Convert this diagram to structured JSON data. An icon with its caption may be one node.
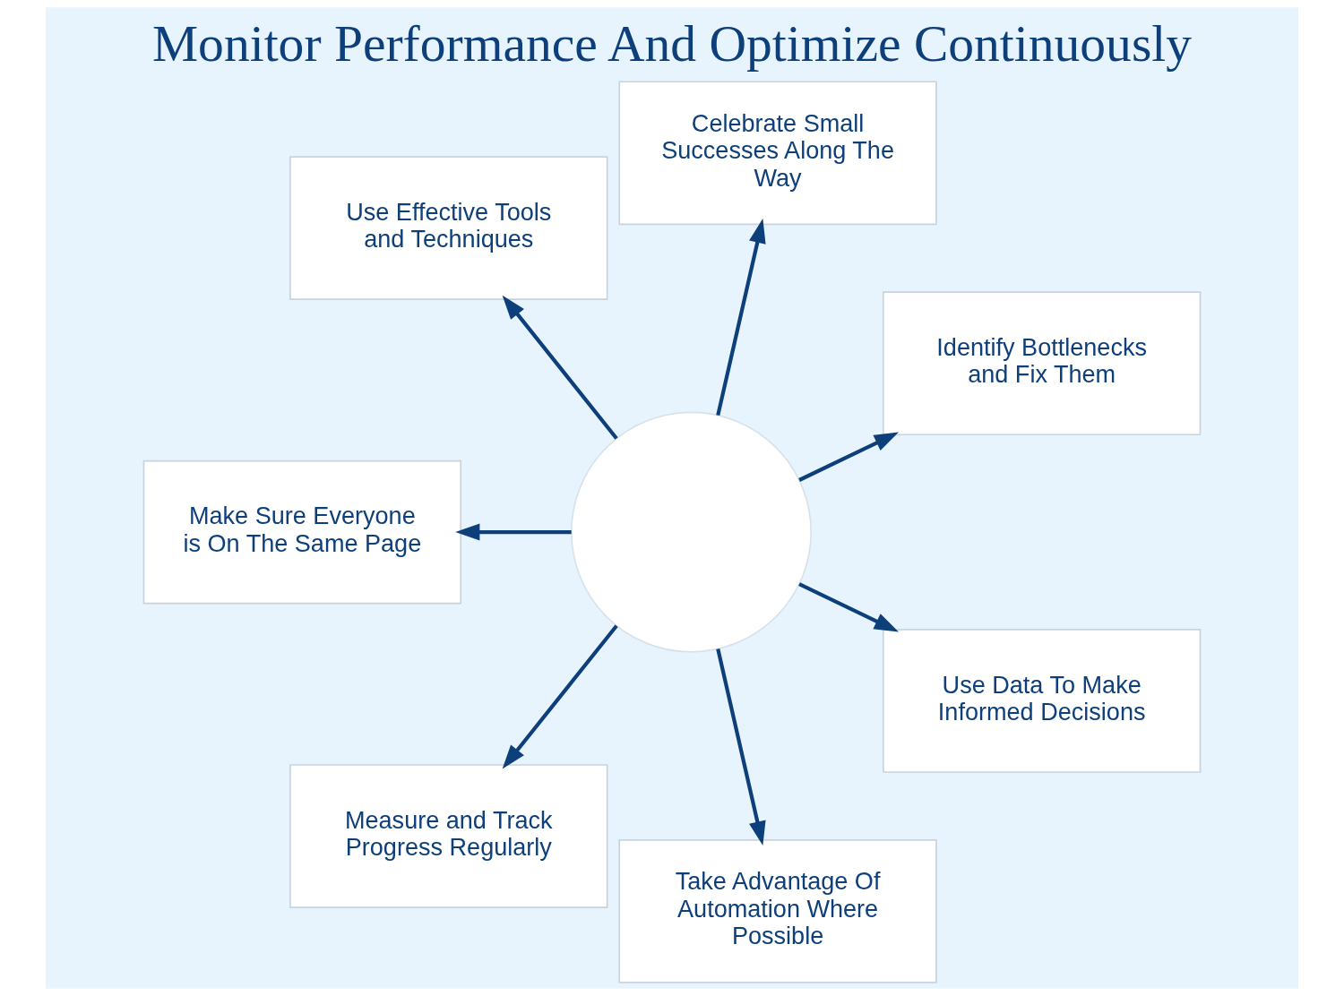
{
  "diagram": {
    "title": "Monitor Performance And Optimize Continuously",
    "nodes": [
      {
        "text": [
          "Identify Bottlenecks and Fix Them"
        ]
      },
      {
        "text": [
          "Celebrate Small Successes Along The Way"
        ]
      },
      {
        "text": [
          "Use Effective Tools and Techniques"
        ]
      },
      {
        "text": [
          "Make Sure Everyone is On The Same Page"
        ]
      },
      {
        "text": [],
        "shape": "circle"
      },
      {
        "text": [
          "Measure and Track Progress Regularly"
        ]
      },
      {
        "text": [
          "Take Advantage Of Automation Where Possible"
        ]
      },
      {
        "text": [
          "Use Data To Make Informed Decisions"
        ]
      }
    ],
    "edges": [
      {
        "from": 4,
        "to": 0,
        "arrow": "to"
      },
      {
        "from": 4,
        "to": 2,
        "arrow": "to"
      },
      {
        "from": 4,
        "to": 5,
        "arrow": "to"
      },
      {
        "from": 4,
        "to": 7,
        "arrow": "to"
      },
      {
        "from": 4,
        "to": 6,
        "arrow": "to"
      },
      {
        "from": 4,
        "to": 3,
        "arrow": "to"
      },
      {
        "from": 4,
        "to": 1,
        "arrow": "to"
      }
    ]
  }
}
